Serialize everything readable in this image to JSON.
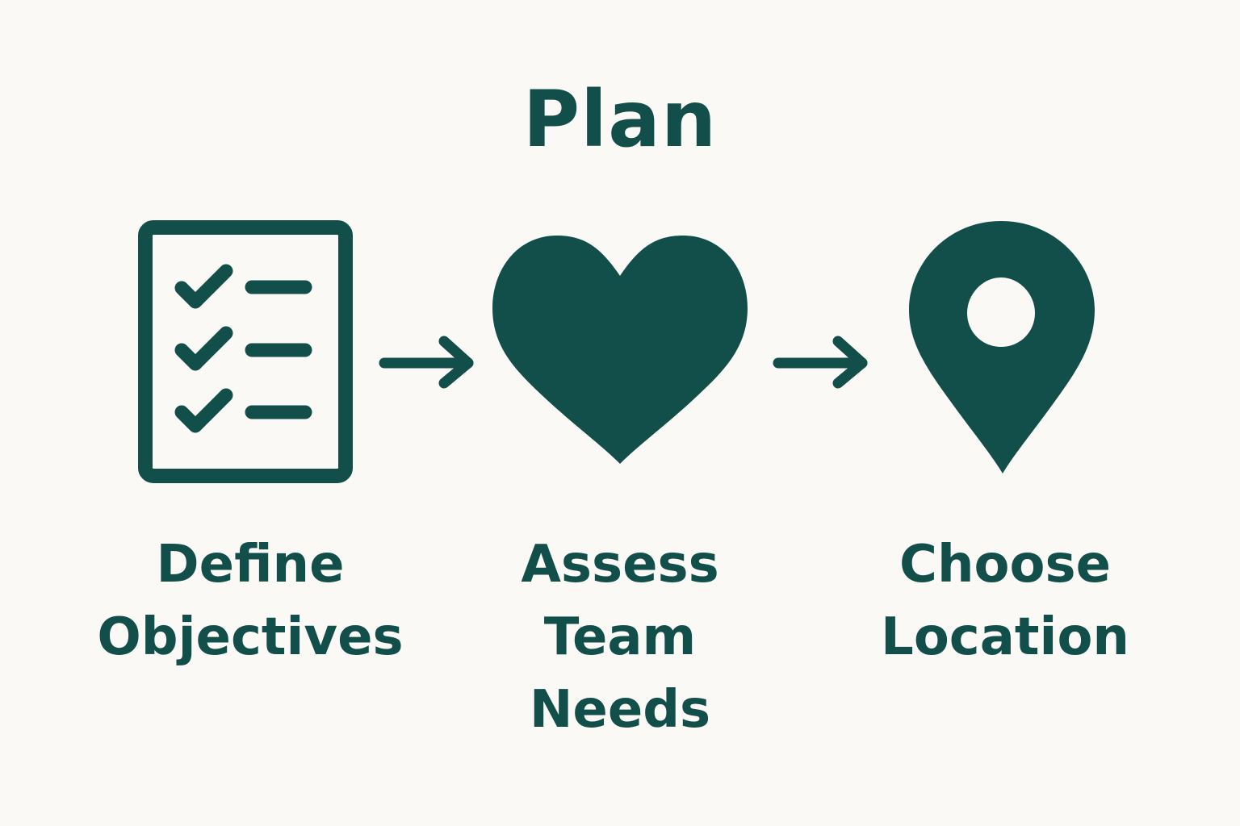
{
  "title": "Plan",
  "colors": {
    "primary": "#134f4a",
    "background": "#faf9f5"
  },
  "steps": [
    {
      "icon": "checklist-icon",
      "lines": [
        "Define",
        "Objectives"
      ]
    },
    {
      "icon": "heart-icon",
      "lines": [
        "Assess",
        "Team",
        "Needs"
      ]
    },
    {
      "icon": "location-pin-icon",
      "lines": [
        "Choose",
        "Location"
      ]
    }
  ],
  "connectors": [
    "arrow-right-icon",
    "arrow-right-icon"
  ]
}
